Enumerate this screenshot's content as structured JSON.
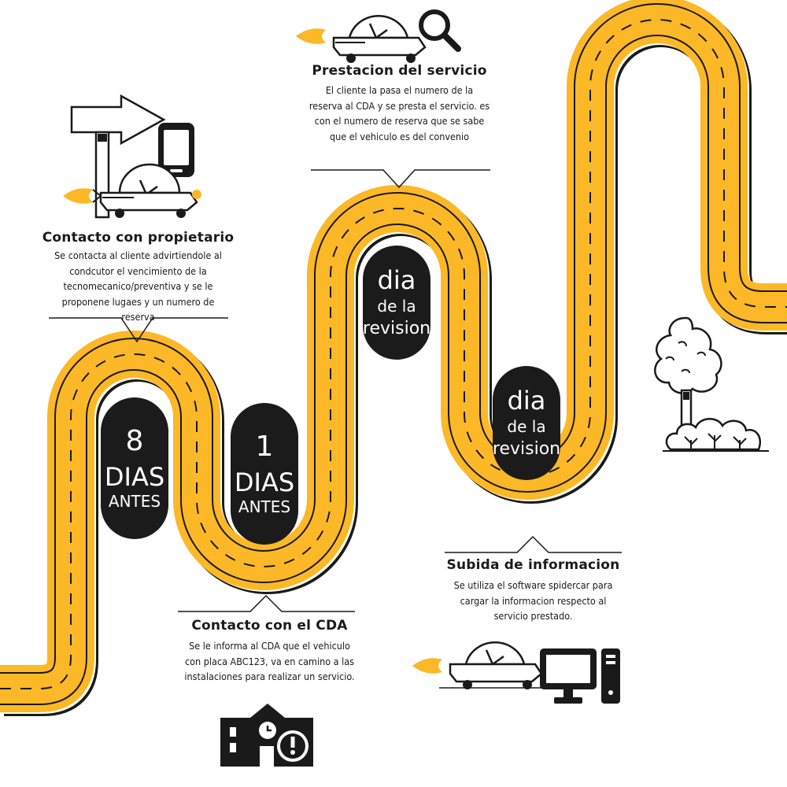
{
  "colors": {
    "road": "#FDB827",
    "edge": "#1a1a1a",
    "pill": "#1b1b1b",
    "flame": "#FDB827"
  },
  "markers": [
    {
      "line1": "8",
      "line2": "DIAS",
      "line3": "ANTES"
    },
    {
      "line1": "1",
      "line2": "DIAS",
      "line3": "ANTES"
    },
    {
      "line1": "dia",
      "line2": "de la",
      "line3": "revision"
    },
    {
      "line1": "dia",
      "line2": "de la",
      "line3": "revision"
    }
  ],
  "steps": {
    "contacto_propietario": {
      "title": "Contacto con propietario",
      "text": "Se contacta al cliente advirtiendole al condcutor el vencimiento de la tecnomecanico/preventiva y se le proponene lugaes y un numero de reserva"
    },
    "prestacion": {
      "title": "Prestacion del servicio",
      "text": "El cliente la pasa el numero de la reserva al CDA y se presta el servicio. es con el numero de reserva que se sabe que el vehiculo es del convenio"
    },
    "contacto_cda": {
      "title": "Contacto con el CDA",
      "text": "Se le informa al CDA que el vehiculo con placa ABC123, va en camino a las instalaciones para realizar un servicio."
    },
    "subida": {
      "title": "Subida de informacion",
      "text": "Se utiliza el software spidercar para cargar la informacion respecto al servicio prestado."
    }
  },
  "icons": [
    "arrow-sign-icon",
    "smartphone-icon",
    "car-icon",
    "search-icon",
    "building-alert-icon",
    "computer-icon",
    "tree-icon",
    "bush-icon"
  ]
}
